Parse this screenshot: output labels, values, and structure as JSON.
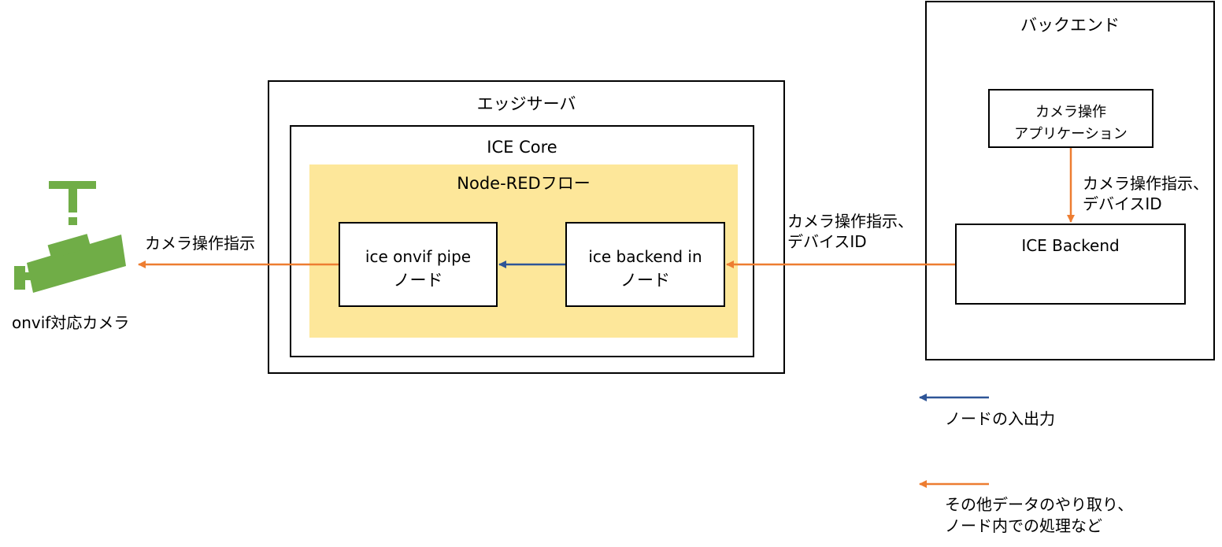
{
  "camera": {
    "label": "onvif対応カメラ",
    "color": "#70ad47"
  },
  "edge_server": {
    "title": "エッジサーバ"
  },
  "ice_core": {
    "title": "ICE Core"
  },
  "node_red_flow": {
    "title": "Node-REDフロー",
    "fill": "#fde79a"
  },
  "node_onvif": {
    "line1": "ice onvif pipe",
    "line2": "ノード"
  },
  "node_backend_in": {
    "line1": "ice backend in",
    "line2": "ノード"
  },
  "backend": {
    "title": "バックエンド"
  },
  "camera_app": {
    "line1": "カメラ操作",
    "line2": "アプリケーション"
  },
  "ice_backend": {
    "title": "ICE Backend"
  },
  "arrows": {
    "to_camera_label": "カメラ操作指示",
    "from_backend_label_1": "カメラ操作指示、",
    "from_backend_label_2": "デバイスID",
    "app_to_backend_label_1": "カメラ操作指示、",
    "app_to_backend_label_2": "デバイスID",
    "orange": "#ed7d31",
    "blue": "#2e5597"
  },
  "legend": {
    "node_io_label": "ノードの入出力",
    "other_label_1": "その他データのやり取り、",
    "other_label_2": "ノード内での処理など"
  }
}
